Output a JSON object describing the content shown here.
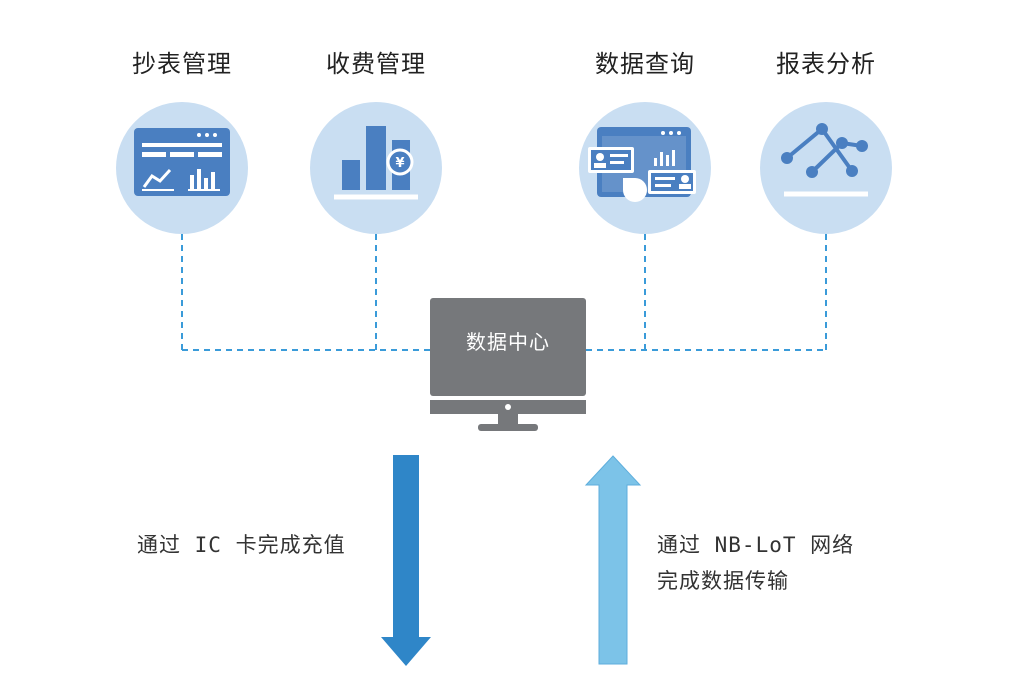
{
  "modules": [
    {
      "id": "meter",
      "title": "抄表管理",
      "icon": "meter-dashboard-icon"
    },
    {
      "id": "billing",
      "title": "收费管理",
      "icon": "billing-chart-yen-icon"
    },
    {
      "id": "query",
      "title": "数据查询",
      "icon": "data-query-screen-icon"
    },
    {
      "id": "report",
      "title": "报表分析",
      "icon": "report-line-analysis-icon"
    }
  ],
  "center": {
    "label": "数据中心",
    "icon": "monitor-icon"
  },
  "downlink": {
    "caption": "通过 IC 卡完成充值",
    "color": "#2f86c8"
  },
  "uplink": {
    "caption_line1": "通过 NB-LoT 网络",
    "caption_line2": "完成数据传输",
    "color": "#7cc3e8"
  },
  "colors": {
    "circle": "#c9def2",
    "icon": "#4a7fc1",
    "connector": "#3a9bd9",
    "monitor": "#76787b"
  }
}
